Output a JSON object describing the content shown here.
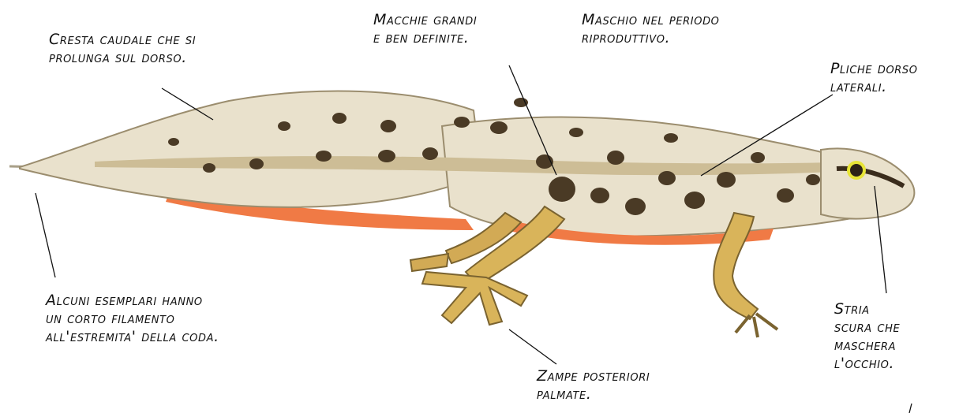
{
  "colors": {
    "text": "#111111",
    "body_light": "#e9e1cc",
    "body_tan": "#cdbd96",
    "belly_orange": "#f07a45",
    "spots": "#4a3a25",
    "legs": "#d9b45a",
    "eye_ring": "#e7e436"
  },
  "labels": {
    "crest": [
      "Cresta caudale che si",
      "prolunga sul dorso."
    ],
    "spots": [
      "Macchie grandi",
      "e ben definite."
    ],
    "male": [
      "Maschio nel periodo",
      "riproduttivo."
    ],
    "dorsolateral": [
      "Pliche dorso",
      "laterali."
    ],
    "filament": [
      "Alcuni esemplari hanno",
      "un corto filamento",
      "all'estremita' della coda."
    ],
    "hindlegs": [
      "Zampe posteriori",
      "palmate."
    ],
    "eye_stripe": [
      "Stria",
      "scura che",
      "maschera",
      "l'occhio."
    ]
  },
  "icons": {
    "illustration": "newt-illustration"
  }
}
